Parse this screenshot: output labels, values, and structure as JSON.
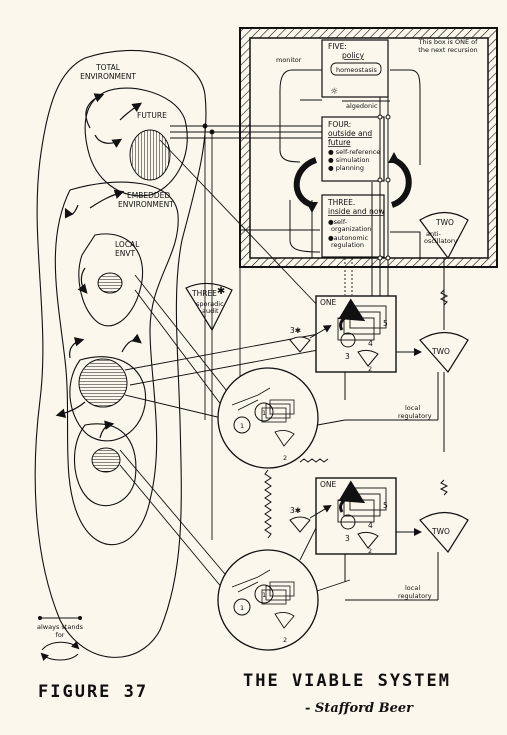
{
  "environment": {
    "total": "TOTAL\nENVIRONMENT",
    "future": "FUTURE",
    "embedded": "EMBEDDED\nENVIRONMENT",
    "local": "LOCAL\nENVT"
  },
  "metasystem": {
    "note": "This box is ONE of\nthe next recursion",
    "monitor": "monitor",
    "algedonic": "algedonic",
    "five": {
      "title": "FIVE",
      "sub": "policy",
      "inner": "homeostasis"
    },
    "four": {
      "title": "FOUR",
      "sub1": "outside and",
      "sub2": "future",
      "items": [
        "self-reference",
        "simulation",
        "planning"
      ]
    },
    "three": {
      "title": "THREE",
      "sub": "inside and now",
      "items": [
        "self-\norganization",
        "autonomic\nregulation"
      ]
    },
    "two_top": "TWO",
    "anti": "anti-\noscillatory"
  },
  "three_star": {
    "title": "THREE",
    "star": "✱",
    "sub": "sporadic\naudit"
  },
  "operations": [
    {
      "label": "ONE",
      "num5": "5",
      "num4": "4",
      "num3": "3",
      "num2": "2",
      "three_star": "3✱",
      "two": "TWO",
      "regulatory": "local\nregulatory"
    },
    {
      "label": "ONE",
      "num5": "5",
      "num4": "4",
      "num3": "3",
      "num2": "2",
      "three_star": "3✱",
      "two": "TWO",
      "regulatory": "local\nregulatory"
    }
  ],
  "circles": [
    {
      "n1": "1",
      "n2": "2",
      "n1b": "1"
    },
    {
      "n1": "1",
      "n2": "2",
      "n1b": "1"
    }
  ],
  "legend": {
    "text": "always stands\nfor"
  },
  "figure": "FIGURE 37",
  "title": "THE VIABLE SYSTEM",
  "author": "- Stafford Beer"
}
